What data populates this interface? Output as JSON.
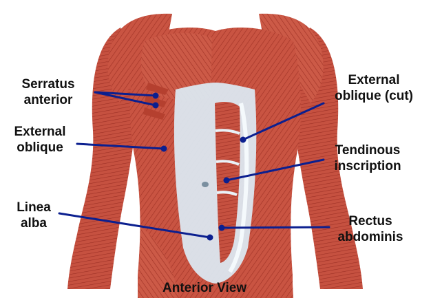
{
  "labels": {
    "serratus_anterior": {
      "line1": "Serratus",
      "line2": "anterior"
    },
    "external_oblique_left": {
      "line1": "External",
      "line2": "oblique"
    },
    "linea_alba": {
      "line1": "Linea",
      "line2": "alba"
    },
    "external_oblique_cut": {
      "line1": "External",
      "line2": "oblique (cut)"
    },
    "tendinous_inscription": {
      "line1": "Tendinous",
      "line2": "inscription"
    },
    "rectus_abdominis": {
      "line1": "Rectus",
      "line2": "abdominis"
    }
  },
  "caption": "Anterior View",
  "colors": {
    "leader_line": "#0b1f8f",
    "muscle": "#c8503f",
    "muscle_dark": "#9c2f24",
    "fascia": "#dfeef7",
    "background": "#ffffff"
  }
}
